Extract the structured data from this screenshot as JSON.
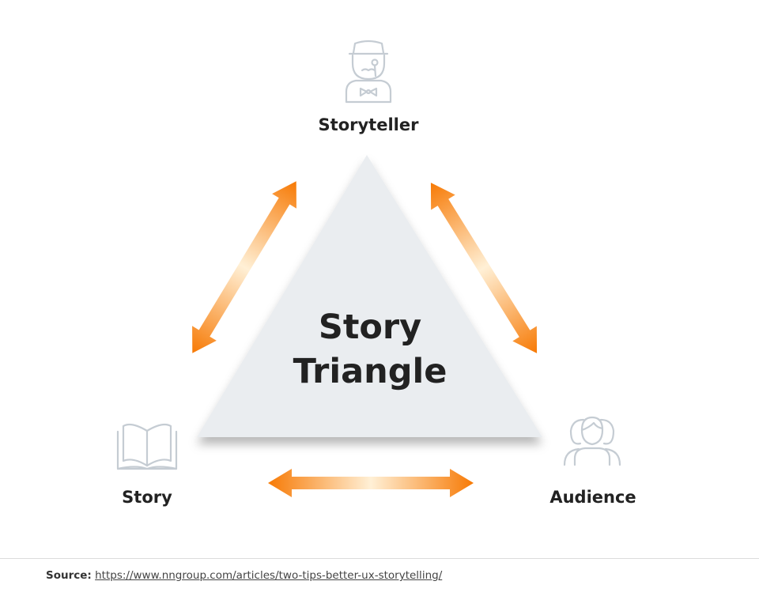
{
  "diagram": {
    "center_line1": "Story",
    "center_line2": "Triangle",
    "nodes": {
      "storyteller": {
        "label": "Storyteller",
        "icon": "storyteller-icon"
      },
      "story": {
        "label": "Story",
        "icon": "book-icon"
      },
      "audience": {
        "label": "Audience",
        "icon": "audience-icon"
      }
    },
    "colors": {
      "triangle_fill": "#eaedf0",
      "arrow_outer": "#f77a05",
      "arrow_mid": "#fff0d6",
      "icon_stroke": "#c5ccd3",
      "label_text": "#222222"
    }
  },
  "footer": {
    "source_label": "Source:",
    "source_url": "https://www.nngroup.com/articles/two-tips-better-ux-storytelling/"
  }
}
